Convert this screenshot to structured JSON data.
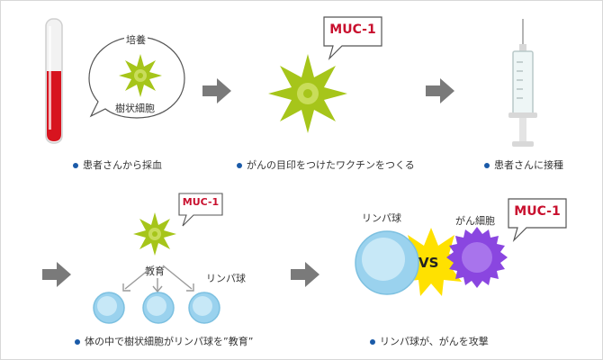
{
  "colors": {
    "arrow": "#7a7a7a",
    "bullet": "#1a5aa8",
    "cancer_star_outer": "#a6c51a",
    "cancer_star_inner": "#c9dd5a",
    "blood": "#d7141f",
    "lymph_cell": "#9ad2ee",
    "cancer_cell": "#8a46e0",
    "vs_burst": "#ffe100",
    "callout_text": "#c8102e"
  },
  "step1": {
    "culture_label": "培養",
    "dendritic_label": "樹状細胞",
    "caption": "患者さんから採血"
  },
  "step2": {
    "marker": "MUC-1",
    "caption": "がんの目印をつけたワクチンをつくる"
  },
  "step3": {
    "caption": "患者さんに接種"
  },
  "step4": {
    "marker": "MUC-1",
    "education_label": "教育",
    "lymph_label": "リンパ球",
    "caption": "体の中で樹状細胞がリンパ球を”教育”"
  },
  "step5": {
    "lymph_label": "リンパ球",
    "cancer_label": "がん細胞",
    "marker": "MUC-1",
    "vs_text": "VS",
    "caption": "リンパ球が、がんを攻撃"
  }
}
